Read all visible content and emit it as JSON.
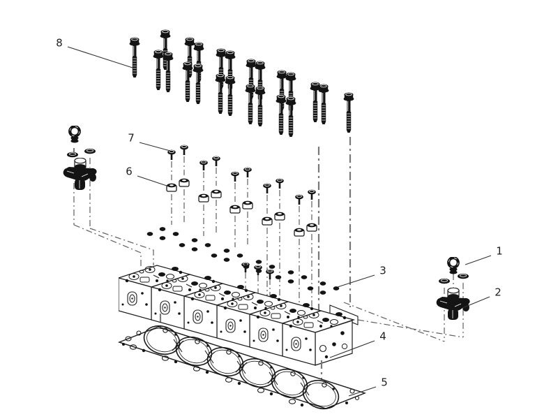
{
  "figure": {
    "type": "exploded-parts-diagram",
    "subject": "cylinder-head-assembly",
    "callouts": [
      {
        "label": "1"
      },
      {
        "label": "2"
      },
      {
        "label": "3"
      },
      {
        "label": "4"
      },
      {
        "label": "5"
      },
      {
        "label": "6"
      },
      {
        "label": "7"
      },
      {
        "label": "8"
      }
    ]
  },
  "colors": {
    "background": "#ffffff",
    "line": "#1a1a1a",
    "leader": "#333333",
    "alignment_line": "#5f5f5f",
    "alignment_line_bold": "#787878"
  }
}
